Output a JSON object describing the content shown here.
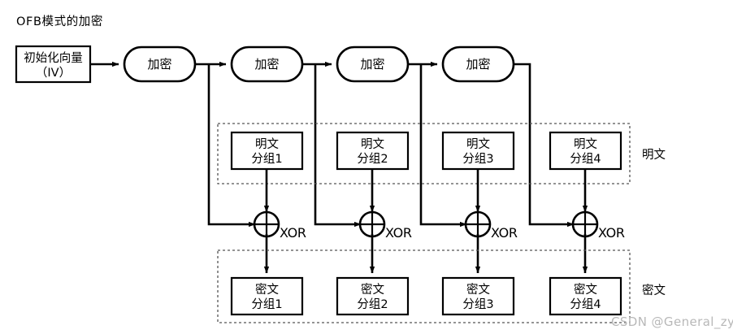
{
  "title": "OFB模式的加密",
  "watermark": "CSDN @General_zy",
  "iv": {
    "line1": "初始化向量",
    "line2": "（IV）"
  },
  "cipher_nodes": [
    {
      "label": "加密"
    },
    {
      "label": "加密"
    },
    {
      "label": "加密"
    },
    {
      "label": "加密"
    }
  ],
  "plaintext_blocks": [
    {
      "line1": "明文",
      "line2": "分组1"
    },
    {
      "line1": "明文",
      "line2": "分组2"
    },
    {
      "line1": "明文",
      "line2": "分组3"
    },
    {
      "line1": "明文",
      "line2": "分组4"
    }
  ],
  "ciphertext_blocks": [
    {
      "line1": "密文",
      "line2": "分组1"
    },
    {
      "line1": "密文",
      "line2": "分组2"
    },
    {
      "line1": "密文",
      "line2": "分组3"
    },
    {
      "line1": "密文",
      "line2": "分组4"
    }
  ],
  "xor_labels": [
    "XOR",
    "XOR",
    "XOR",
    "XOR"
  ],
  "side_labels": {
    "plaintext": "明文",
    "ciphertext": "密文"
  },
  "colors": {
    "stroke": "#000000",
    "background": "#ffffff",
    "group_dash": "#555555",
    "watermark": "#b8b8b8"
  }
}
